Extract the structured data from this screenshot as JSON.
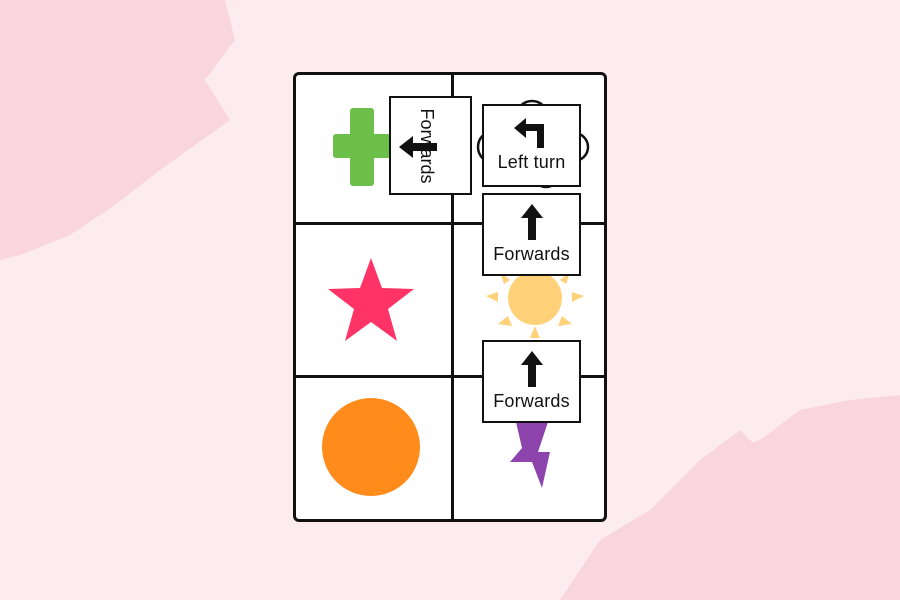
{
  "colors": {
    "background": "#fdecef",
    "background_shape": "#f9d6dd",
    "board_border": "#111111",
    "cross": "#6cc04a",
    "star": "#ff3366",
    "circle": "#ff8c1a",
    "sun": "#ffd27a",
    "lightning": "#8e44ad",
    "cloud_outline": "#111111"
  },
  "board": {
    "cells": [
      {
        "row": 1,
        "col": 1,
        "icon": "green-cross-icon"
      },
      {
        "row": 1,
        "col": 2,
        "icon": "cloud-icon"
      },
      {
        "row": 2,
        "col": 1,
        "icon": "pink-star-icon"
      },
      {
        "row": 2,
        "col": 2,
        "icon": "sun-icon"
      },
      {
        "row": 3,
        "col": 1,
        "icon": "orange-circle-icon"
      },
      {
        "row": 3,
        "col": 2,
        "icon": "lightning-bolt-icon"
      }
    ]
  },
  "cards": {
    "forwards_rotated": {
      "label": "Forwards",
      "icon": "arrow-left-icon"
    },
    "left_turn": {
      "label": "Left turn",
      "icon": "left-turn-arrow-icon"
    },
    "forwards_1": {
      "label": "Forwards",
      "icon": "arrow-up-icon"
    },
    "forwards_2": {
      "label": "Forwards",
      "icon": "arrow-up-icon"
    }
  }
}
